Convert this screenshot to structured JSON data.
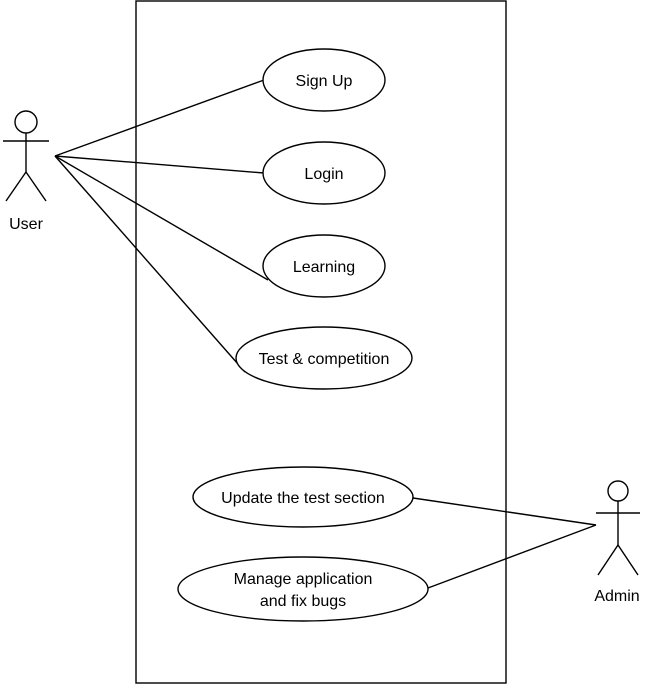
{
  "actors": {
    "user": {
      "label": "User"
    },
    "admin": {
      "label": "Admin"
    }
  },
  "use_cases": {
    "sign_up": "Sign Up",
    "login": "Login",
    "learning": "Learning",
    "test_competition": "Test & competition",
    "update_test": "Update the test section",
    "manage_line1": "Manage application",
    "manage_line2": "and fix bugs"
  }
}
